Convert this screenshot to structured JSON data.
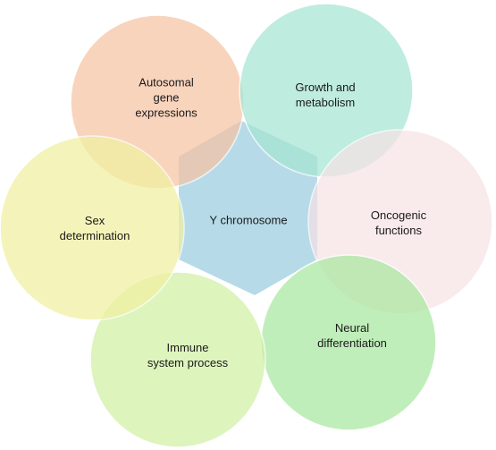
{
  "diagram": {
    "center": {
      "label": "Y chromosome",
      "fill": "#a9d3e3"
    },
    "circles": [
      {
        "key": "autosomal",
        "lines": [
          "Autosomal",
          "gene",
          "expressions"
        ],
        "fill": "#f6c4a4"
      },
      {
        "key": "growth",
        "lines": [
          "Growth and",
          "metabolism"
        ],
        "fill": "#a6e6d3"
      },
      {
        "key": "oncogenic",
        "lines": [
          "Oncogenic",
          "functions"
        ],
        "fill": "#f7e2e6"
      },
      {
        "key": "neural",
        "lines": [
          "Neural",
          "differentiation"
        ],
        "fill": "#a9e8a0"
      },
      {
        "key": "immune",
        "lines": [
          "Immune",
          "system process"
        ],
        "fill": "#d1f0a4"
      },
      {
        "key": "sex",
        "lines": [
          "Sex",
          "determination"
        ],
        "fill": "#f1f1a0"
      }
    ]
  }
}
